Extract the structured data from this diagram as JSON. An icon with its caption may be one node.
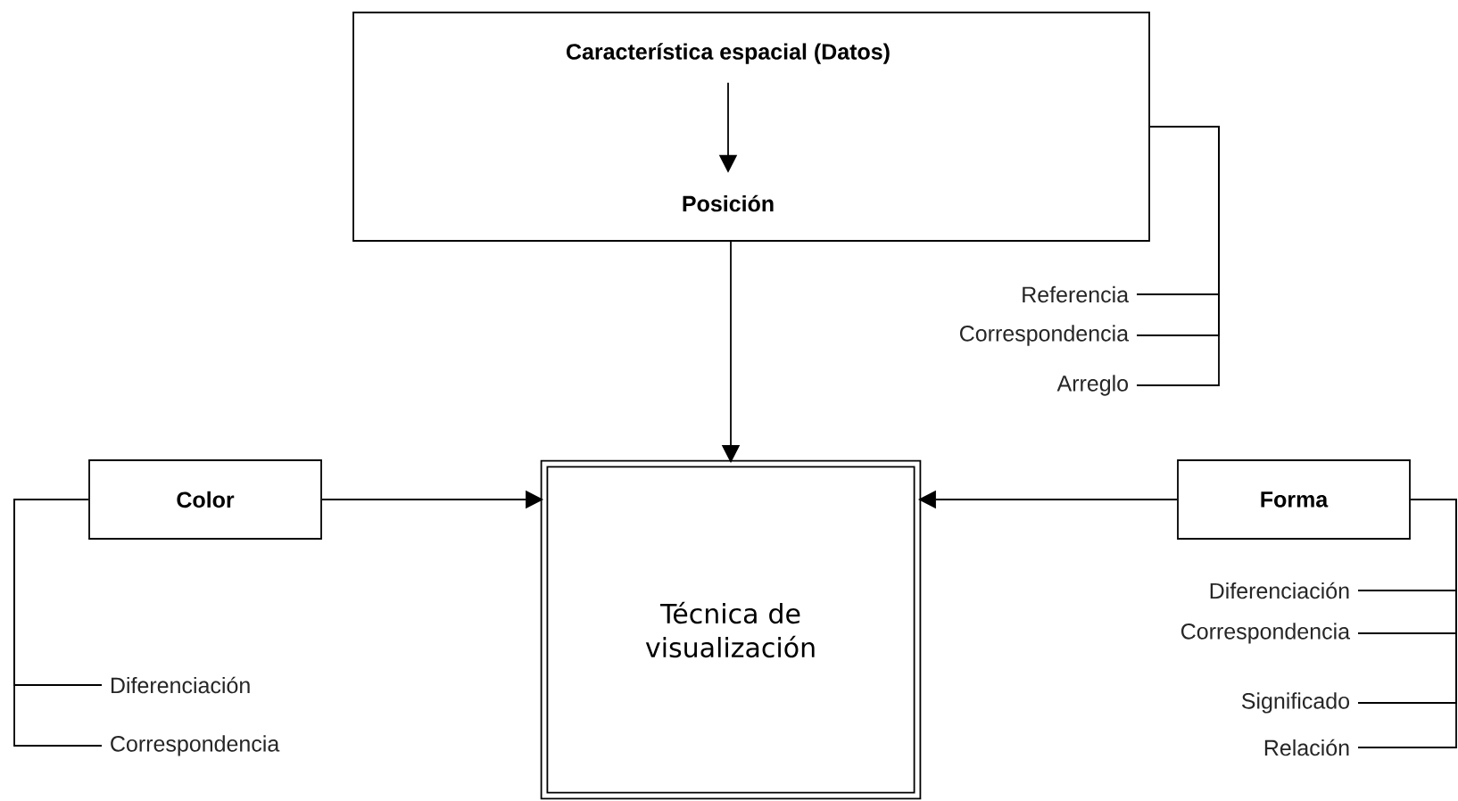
{
  "diagram": {
    "nodes": [
      {
        "text": [],
        "shape": "box"
      },
      {
        "text": [
          "Característica espacial (Datos)"
        ],
        "in": 0
      },
      {
        "text": [
          "Posición"
        ],
        "in": 0
      },
      {
        "text": [
          "Referencia"
        ]
      },
      {
        "text": [
          "Correspondencia"
        ]
      },
      {
        "text": [
          "Arreglo"
        ]
      },
      {
        "text": [
          "Color"
        ]
      },
      {
        "text": [
          "Técnica de visualización"
        ]
      },
      {
        "text": [
          "Forma"
        ]
      },
      {
        "text": [
          "Diferenciación"
        ]
      },
      {
        "text": [
          "Correspondencia"
        ]
      },
      {
        "text": [
          "Diferenciación"
        ]
      },
      {
        "text": [
          "Correspondencia"
        ]
      },
      {
        "text": [
          "Significado"
        ]
      },
      {
        "text": [
          "Relación"
        ]
      }
    ],
    "edges": [
      {
        "from": 1,
        "to": 2,
        "arrow": "to"
      },
      {
        "from": 0,
        "to": 7,
        "arrow": "to"
      },
      {
        "from": 0,
        "to": 3,
        "arrow": "none"
      },
      {
        "from": 0,
        "to": 4,
        "arrow": "none"
      },
      {
        "from": 0,
        "to": 5,
        "arrow": "none"
      },
      {
        "from": 6,
        "to": 7,
        "arrow": "to"
      },
      {
        "from": 8,
        "to": 7,
        "arrow": "to"
      },
      {
        "from": 6,
        "to": 9,
        "arrow": "none"
      },
      {
        "from": 6,
        "to": 10,
        "arrow": "none"
      },
      {
        "from": 8,
        "to": 11,
        "arrow": "none"
      },
      {
        "from": 8,
        "to": 12,
        "arrow": "none"
      },
      {
        "from": 8,
        "to": 13,
        "arrow": "none"
      },
      {
        "from": 8,
        "to": 14,
        "arrow": "none"
      }
    ]
  }
}
